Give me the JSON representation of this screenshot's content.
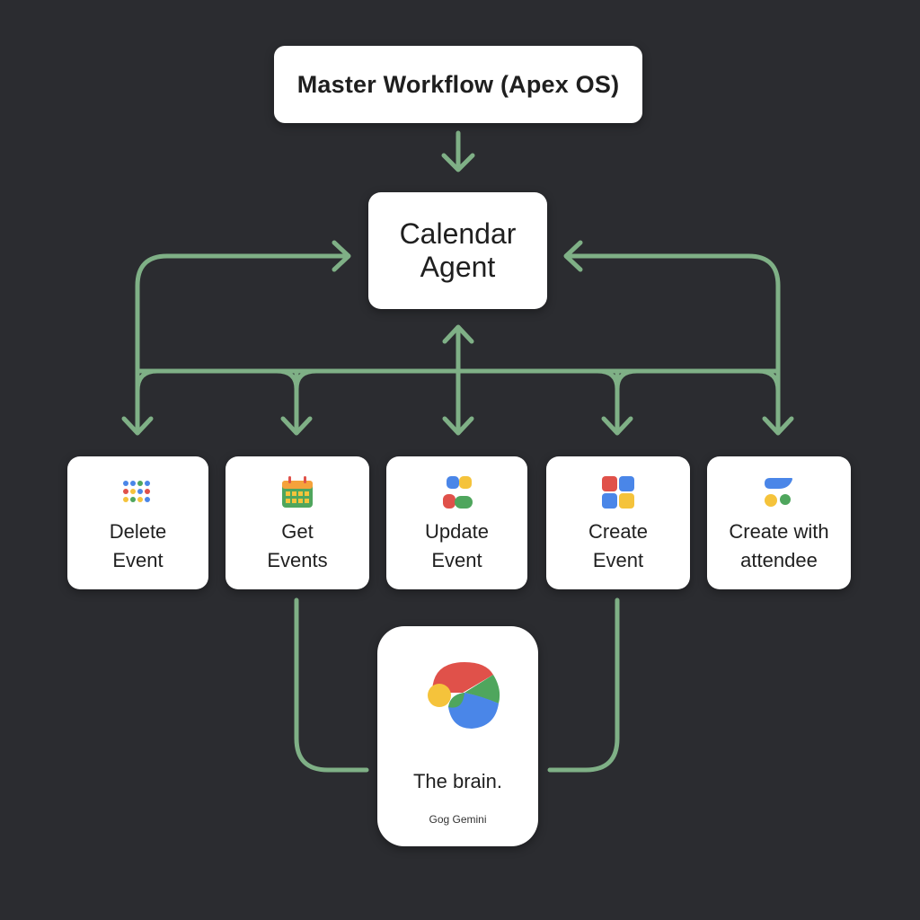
{
  "master": {
    "title": "Master Workflow (Apex OS)"
  },
  "agent": {
    "title": "Calendar\nAgent"
  },
  "tools": [
    {
      "label": "Delete\nEvent",
      "icon": "dot-grid-icon"
    },
    {
      "label": "Get\nEvents",
      "icon": "calendar-icon"
    },
    {
      "label": "Update\nEvent",
      "icon": "shapes-icon"
    },
    {
      "label": "Create\nEvent",
      "icon": "squares-grid-icon"
    },
    {
      "label": "Create with\nattendee",
      "icon": "attendee-shapes-icon"
    }
  ],
  "brain": {
    "title": "The brain.",
    "subtitle": "Gog Gemini",
    "icon": "gemini-logo-icon"
  },
  "colors": {
    "background": "#2b2c30",
    "connector": "#7fb086",
    "box": "#ffffff",
    "google_blue": "#4a86e8",
    "google_red": "#e0514a",
    "google_yellow": "#f5c33b",
    "google_green": "#4fa65d"
  }
}
